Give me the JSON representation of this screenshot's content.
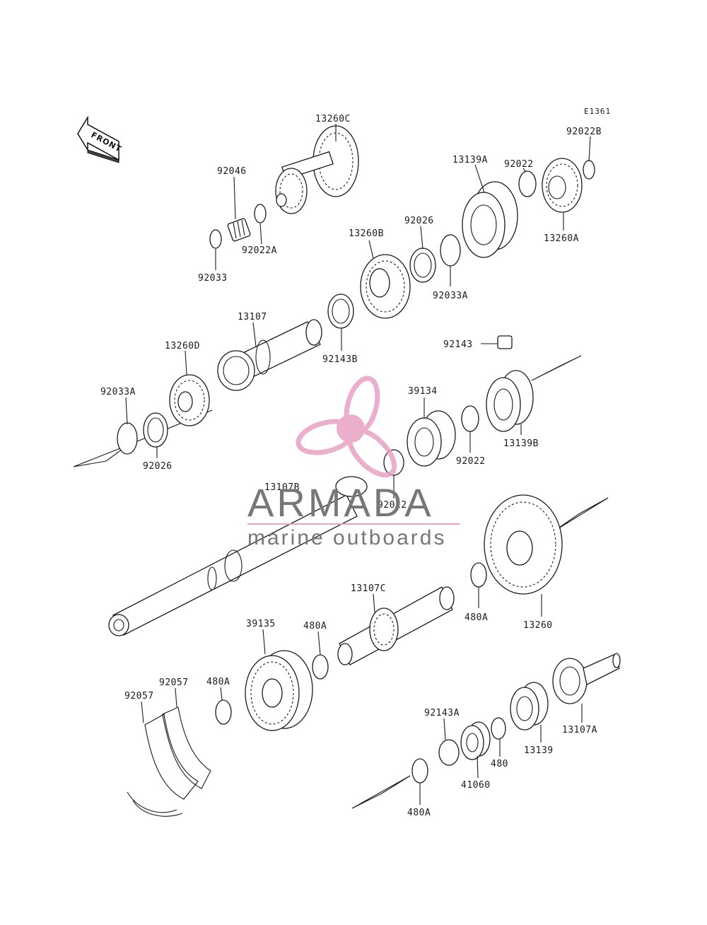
{
  "diagram": {
    "reference_code": "E1361",
    "front_label": "FRONT",
    "watermark": {
      "title": "ARMADA",
      "subtitle": "marine outboards",
      "logo_color": "#e8a2c4",
      "text_color": "#777777"
    },
    "labels": {
      "p13260C": "13260C",
      "p92046": "92046",
      "p92022A": "92022A",
      "p92033": "92033",
      "p13139A": "13139A",
      "p92022_top": "92022",
      "p92022B": "92022B",
      "p13260A": "13260A",
      "p92026_top": "92026",
      "p13260B": "13260B",
      "p92033A_top": "92033A",
      "p13107": "13107",
      "p92143B": "92143B",
      "p13260D": "13260D",
      "p92033A_left": "92033A",
      "p92026_left": "92026",
      "p92143": "92143",
      "p39134": "39134",
      "p13139B": "13139B",
      "p92022_mid": "92022",
      "p92022_low": "92022",
      "p13107B": "13107B",
      "p13107C": "13107C",
      "p480A_c": "480A",
      "p13260": "13260",
      "p39135": "39135",
      "p480A_b": "480A",
      "p480A_a": "480A",
      "p92057_a": "92057",
      "p92057_b": "92057",
      "p92143A": "92143A",
      "p480": "480",
      "p13139": "13139",
      "p13107A": "13107A",
      "p41060": "41060",
      "p480A_d": "480A"
    }
  }
}
